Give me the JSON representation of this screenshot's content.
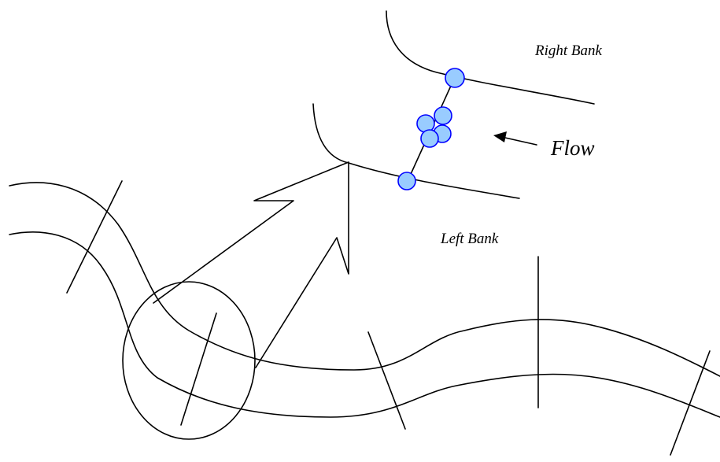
{
  "labels": {
    "right_bank": "Right Bank",
    "left_bank": "Left Bank",
    "flow": "Flow"
  },
  "colors": {
    "line": "#000000",
    "marker_fill": "#99ccff",
    "marker_stroke": "#0000ff",
    "background": "#ffffff"
  },
  "marker_count": 6
}
